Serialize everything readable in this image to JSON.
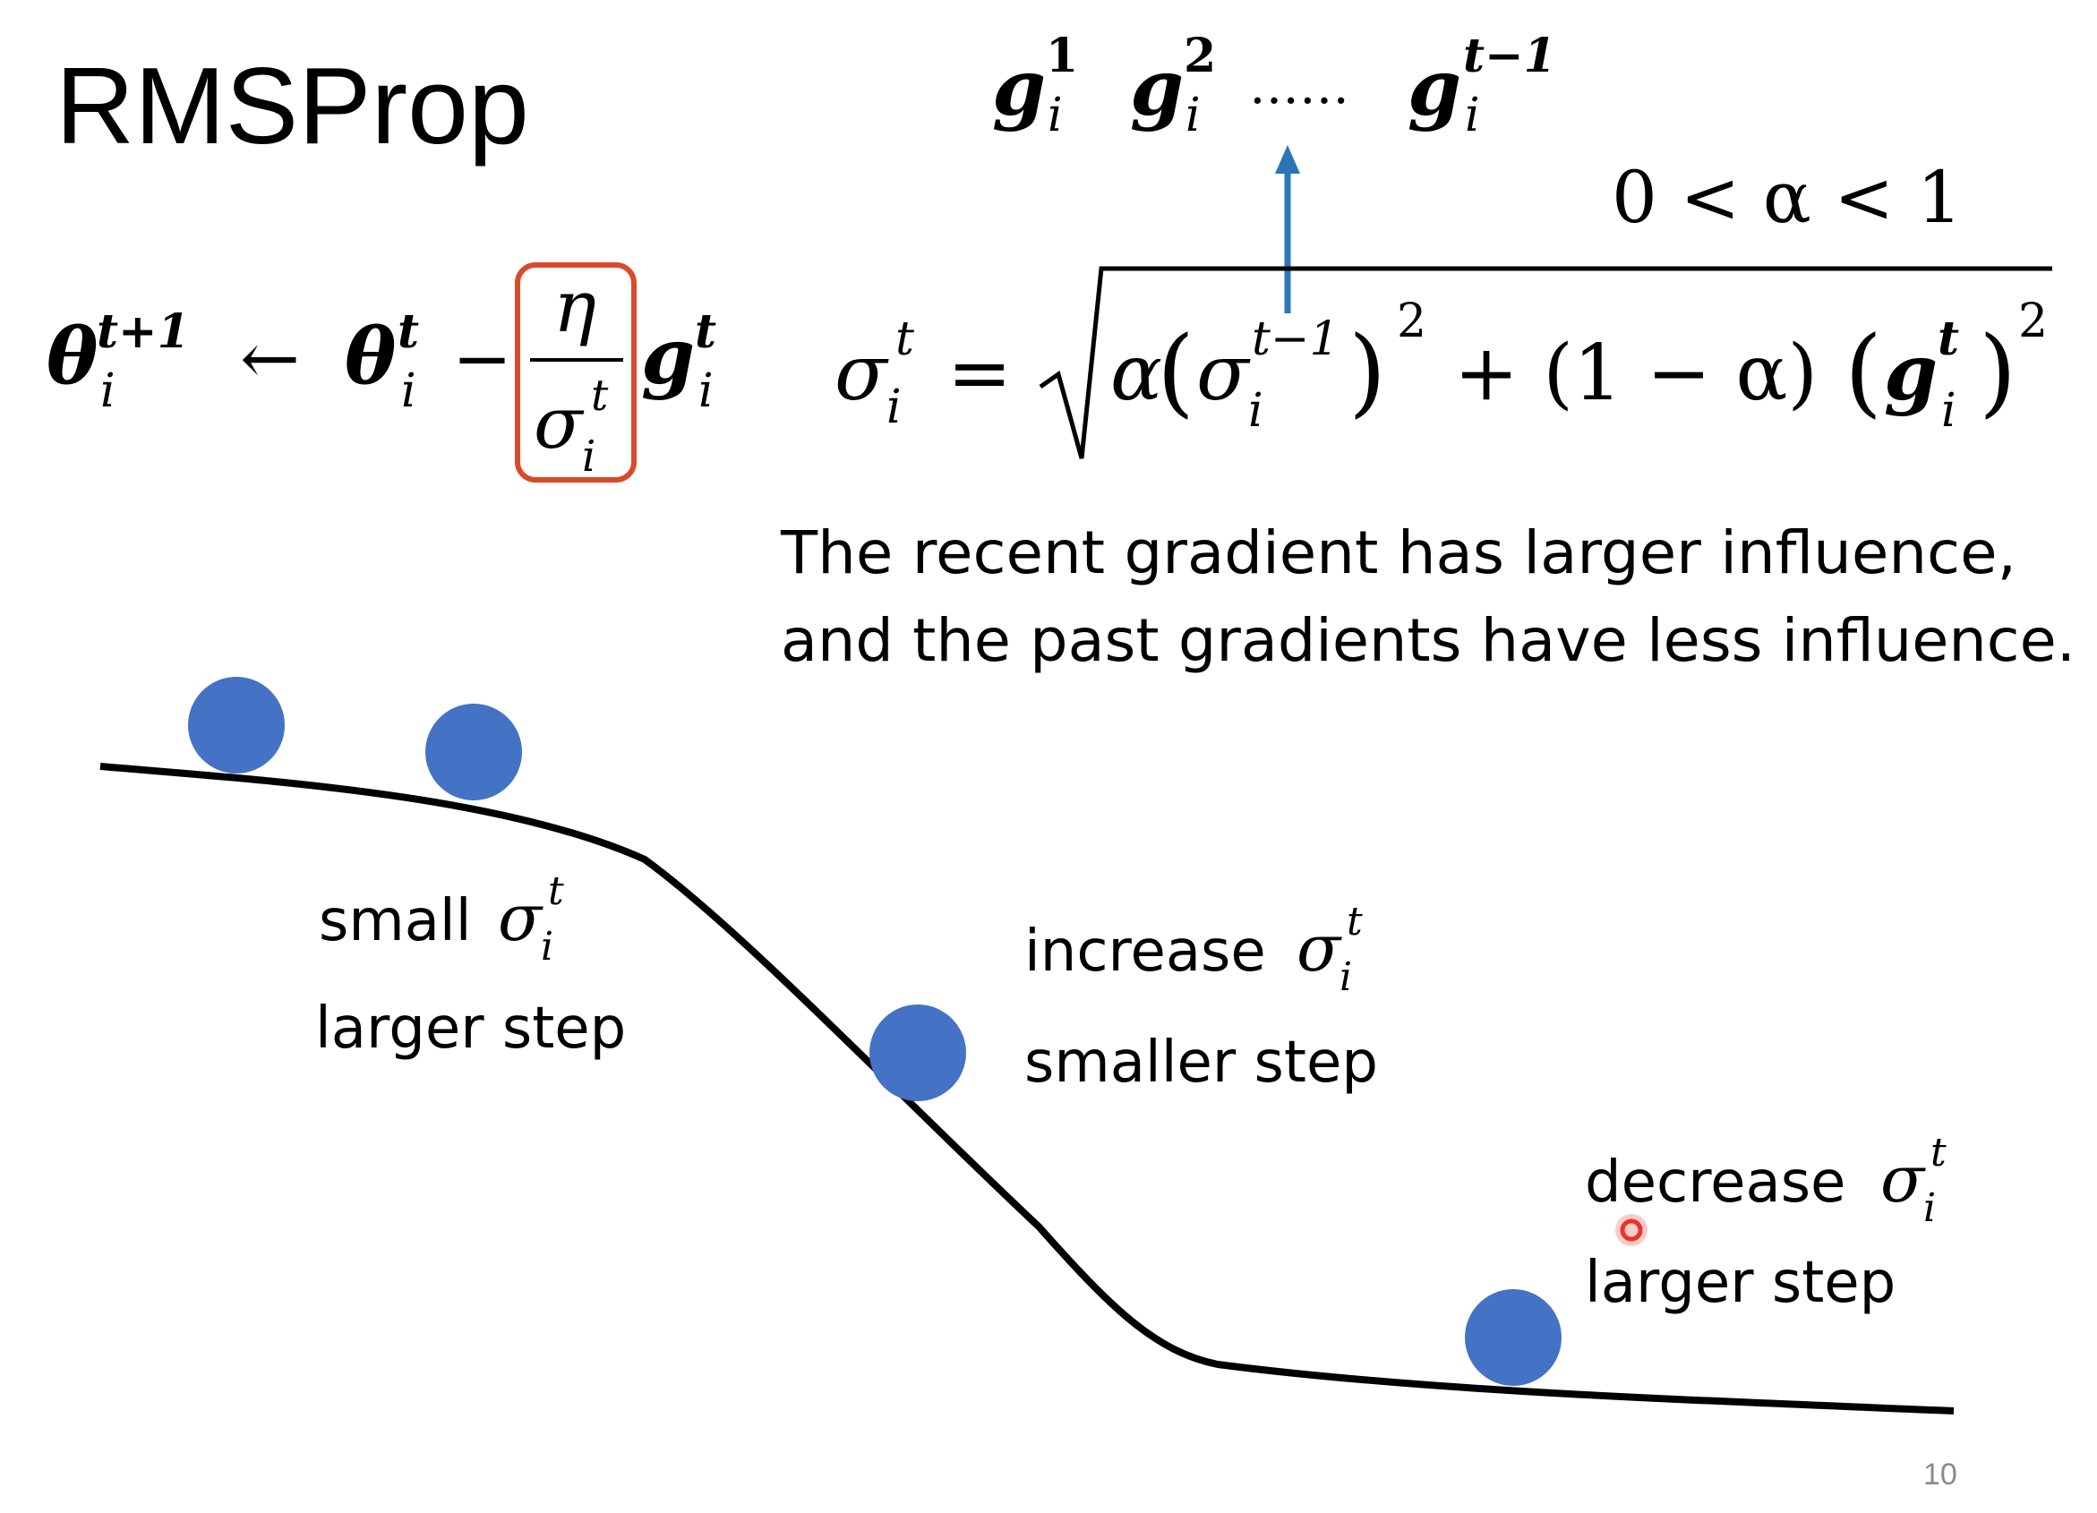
{
  "slide": {
    "title": "RMSProp",
    "page_number": "10"
  },
  "gradient_sequence": {
    "first": "g",
    "first_sub": "i",
    "first_sup": "1",
    "second": "g",
    "second_sub": "i",
    "second_sup": "2",
    "ellipsis": "……",
    "last": "g",
    "last_sub": "i",
    "last_sup": "t−1"
  },
  "alpha_constraint": "0 < α < 1",
  "update_rule": {
    "lhs_symbol": "θ",
    "lhs_sup": "t+1",
    "lhs_sub": "i",
    "arrow": "←",
    "theta": "θ",
    "theta_sup": "t",
    "theta_sub": "i",
    "minus": "−",
    "numerator": "η",
    "denominator": "σ",
    "denominator_sup": "t",
    "denominator_sub": "i",
    "grad": "g",
    "grad_sup": "t",
    "grad_sub": "i"
  },
  "sigma_formula": {
    "lhs": "σ",
    "lhs_sup": "t",
    "lhs_sub": "i",
    "equals": "=",
    "alpha": "α",
    "inner_sigma": "σ",
    "inner_sup": "t−1",
    "inner_sub": "i",
    "square": "2",
    "plus_term": "+ (1 − α)",
    "grad": "g",
    "grad_sup": "t",
    "grad_sub": "i"
  },
  "explanation": {
    "line1": "The recent gradient has larger influence,",
    "line2": "and the past gradients have less influence."
  },
  "annotations": {
    "a1_line1": "small",
    "a1_sigma": "σ",
    "a1_sup": "t",
    "a1_sub": "i",
    "a1_line2": "larger step",
    "a2_line1": "increase",
    "a2_sigma": "σ",
    "a2_sup": "t",
    "a2_sub": "i",
    "a2_line2": "smaller step",
    "a3_line1": "decrease",
    "a3_sigma": "σ",
    "a3_sup": "t",
    "a3_sub": "i",
    "a3_line2": "larger step"
  },
  "colors": {
    "ball": "#4472c4",
    "arrow": "#2e75b6",
    "highlight_box": "#d94a2b",
    "curve": "#000000",
    "pointer": "#e8352a"
  }
}
